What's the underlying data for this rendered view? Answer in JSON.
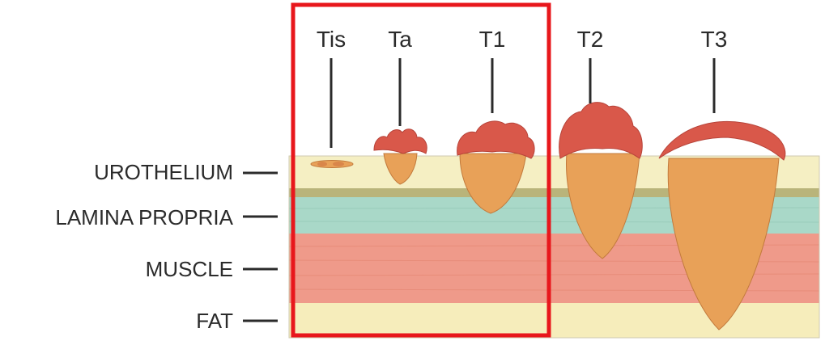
{
  "stages": [
    {
      "id": "tis",
      "label": "Tis"
    },
    {
      "id": "ta",
      "label": "Ta"
    },
    {
      "id": "t1",
      "label": "T1"
    },
    {
      "id": "t2",
      "label": "T2"
    },
    {
      "id": "t3",
      "label": "T3"
    }
  ],
  "layers": [
    {
      "id": "urothelium",
      "label": "UROTHELIUM"
    },
    {
      "id": "lamina-propria",
      "label": "LAMINA PROPRIA"
    },
    {
      "id": "muscle",
      "label": "MUSCLE"
    },
    {
      "id": "fat",
      "label": "FAT"
    }
  ],
  "colors": {
    "urothelium": "#f5efc3",
    "basement": "#b9b47a",
    "lamina_propria": "#a9d8c8",
    "muscle": "#ef9a8a",
    "fat": "#f6edbb",
    "tumor_body": "#e8a158",
    "tumor_cap": "#d9584a",
    "highlight_box": "#e8171c"
  }
}
